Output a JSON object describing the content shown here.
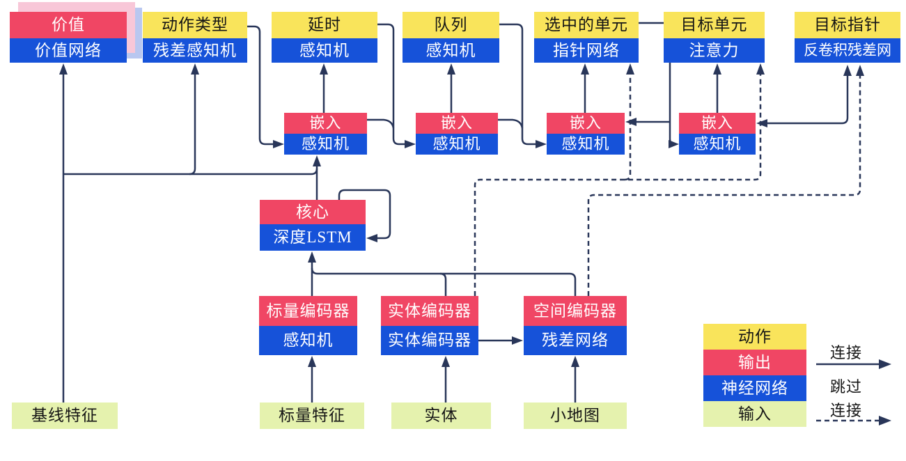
{
  "diagram": {
    "value": {
      "top": "价值",
      "bottom": "价值网络"
    },
    "heads": [
      {
        "top": "动作类型",
        "bottom": "残差感知机"
      },
      {
        "top": "延时",
        "bottom": "感知机"
      },
      {
        "top": "队列",
        "bottom": "感知机"
      },
      {
        "top": "选中的单元",
        "bottom": "指针网络"
      },
      {
        "top": "目标单元",
        "bottom": "注意力"
      },
      {
        "top": "目标指针",
        "bottom": "反卷积残差网"
      }
    ],
    "embeddings": [
      {
        "top": "嵌入",
        "bottom": "感知机"
      },
      {
        "top": "嵌入",
        "bottom": "感知机"
      },
      {
        "top": "嵌入",
        "bottom": "感知机"
      },
      {
        "top": "嵌入",
        "bottom": "感知机"
      }
    ],
    "core": {
      "top": "核心",
      "bottom": "深度LSTM"
    },
    "encoders": [
      {
        "top": "标量编码器",
        "bottom": "感知机"
      },
      {
        "top": "实体编码器",
        "bottom": "实体编码器"
      },
      {
        "top": "空间编码器",
        "bottom": "残差网络"
      }
    ],
    "inputs": [
      "基线特征",
      "标量特征",
      "实体",
      "小地图"
    ],
    "legend": {
      "swatches": [
        {
          "label": "动作",
          "color": "#f9e45b"
        },
        {
          "label": "输出",
          "color": "#f04664"
        },
        {
          "label": "神经网络",
          "color": "#1652d9"
        },
        {
          "label": "输入",
          "color": "#e5f2ae"
        }
      ],
      "solid_arrow_label": "连接",
      "dashed_arrow_label_line1": "跳过",
      "dashed_arrow_label_line2": "连接"
    },
    "colors": {
      "action": "#f9e45b",
      "output": "#f04664",
      "network": "#1652d9",
      "input": "#e5f2ae",
      "line": "#293659",
      "value_ghost_pink": "#f8c7d8",
      "value_ghost_blue": "#b9c7f0"
    }
  }
}
